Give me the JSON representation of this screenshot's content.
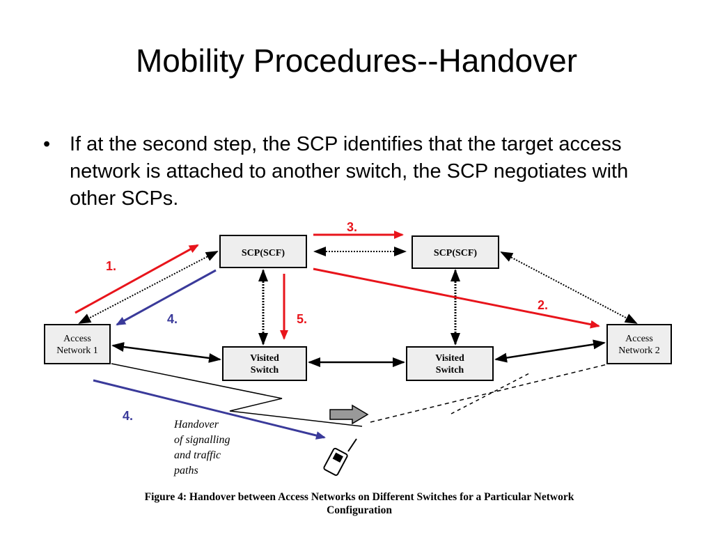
{
  "slide": {
    "title": "Mobility Procedures--Handover",
    "bullet": "If at the second step, the SCP identifies that the target access network is attached to another switch, the SCP negotiates with other SCPs.",
    "bullet_marker": "•"
  },
  "diagram": {
    "nodes": {
      "scp_left": "SCP(SCF)",
      "scp_right": "SCP(SCF)",
      "access_1_line1": "Access",
      "access_1_line2": "Network 1",
      "access_2_line1": "Access",
      "access_2_line2": "Network 2",
      "switch_left_line1": "Visited",
      "switch_left_line2": "Switch",
      "switch_right_line1": "Visited",
      "switch_right_line2": "Switch"
    },
    "steps": {
      "s1": "1.",
      "s2": "2.",
      "s3": "3.",
      "s4a": "4.",
      "s4b": "4.",
      "s5": "5."
    },
    "note_lines": [
      "Handover",
      "of signalling",
      "and traffic",
      "paths"
    ],
    "caption_line1": "Figure 4: Handover between Access Networks on Different Switches for a Particular Network",
    "caption_line2": "Configuration",
    "colors": {
      "red_arrow": "#e8141b",
      "blue_arrow": "#3a3a9a",
      "box_fill": "#eeeeee",
      "line": "#000000"
    }
  }
}
